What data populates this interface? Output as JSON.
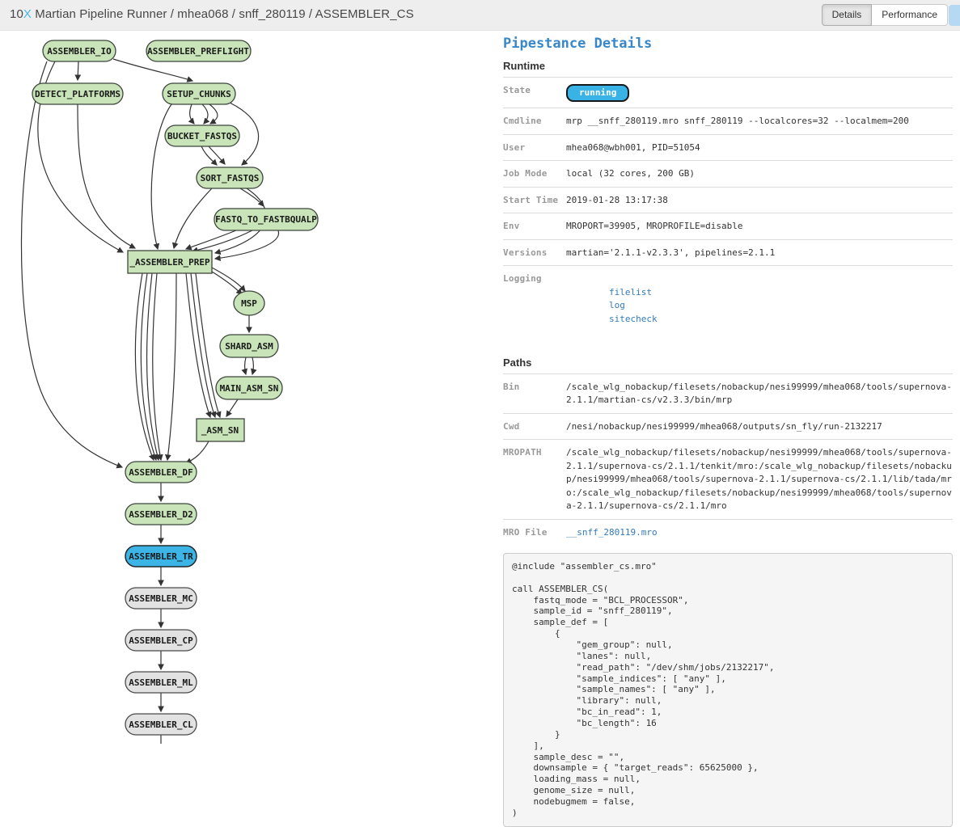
{
  "colors": {
    "header_bg": "#eeeeee",
    "accent_blue": "#47b7e8",
    "node_green": "#c8e4b8",
    "node_running_blue": "#3cb5e6",
    "node_pending_gray": "#e2e2e2",
    "badge_blue": "#39b3e6",
    "link_blue": "#337ab7",
    "title_blue": "#3787c9"
  },
  "header": {
    "brand_prefix": "10",
    "brand_x": "X",
    "title_rest": " Martian Pipeline Runner / mhea068 / snff_280119 / ASSEMBLER_CS",
    "buttons": [
      {
        "label": "Details",
        "active": true
      },
      {
        "label": "Performance",
        "active": false
      }
    ]
  },
  "graph": {
    "nodes": [
      {
        "id": "ASSEMBLER_IO",
        "label": "ASSEMBLER_IO",
        "state": "done-green"
      },
      {
        "id": "ASSEMBLER_PREFLIGHT",
        "label": "ASSEMBLER_PREFLIGHT",
        "state": "done-green"
      },
      {
        "id": "DETECT_PLATFORMS",
        "label": "DETECT_PLATFORMS",
        "state": "done-green"
      },
      {
        "id": "SETUP_CHUNKS",
        "label": "SETUP_CHUNKS",
        "state": "done-green"
      },
      {
        "id": "BUCKET_FASTQS",
        "label": "BUCKET_FASTQS",
        "state": "done-green"
      },
      {
        "id": "SORT_FASTQS",
        "label": "SORT_FASTQS",
        "state": "done-green"
      },
      {
        "id": "FASTQ_TO_FASTBQUALP",
        "label": "FASTQ_TO_FASTBQUALP",
        "state": "done-green"
      },
      {
        "id": "_ASSEMBLER_PREP",
        "label": "_ASSEMBLER_PREP",
        "state": "done-green"
      },
      {
        "id": "MSP",
        "label": "MSP",
        "state": "done-green"
      },
      {
        "id": "SHARD_ASM",
        "label": "SHARD_ASM",
        "state": "done-green"
      },
      {
        "id": "MAIN_ASM_SN",
        "label": "MAIN_ASM_SN",
        "state": "done-green"
      },
      {
        "id": "_ASM_SN",
        "label": "_ASM_SN",
        "state": "done-green"
      },
      {
        "id": "ASSEMBLER_DF",
        "label": "ASSEMBLER_DF",
        "state": "done-green"
      },
      {
        "id": "ASSEMBLER_D2",
        "label": "ASSEMBLER_D2",
        "state": "done-green"
      },
      {
        "id": "ASSEMBLER_TR",
        "label": "ASSEMBLER_TR",
        "state": "running-blue"
      },
      {
        "id": "ASSEMBLER_MC",
        "label": "ASSEMBLER_MC",
        "state": "pending-gray"
      },
      {
        "id": "ASSEMBLER_CP",
        "label": "ASSEMBLER_CP",
        "state": "pending-gray"
      },
      {
        "id": "ASSEMBLER_ML",
        "label": "ASSEMBLER_ML",
        "state": "pending-gray"
      },
      {
        "id": "ASSEMBLER_CL",
        "label": "ASSEMBLER_CL",
        "state": "pending-gray"
      }
    ]
  },
  "details": {
    "title": "Pipestance Details",
    "runtime": {
      "heading": "Runtime",
      "rows": [
        {
          "label": "State",
          "type": "badge",
          "value": "running"
        },
        {
          "label": "Cmdline",
          "value": "mrp __snff_280119.mro snff_280119 --localcores=32 --localmem=200"
        },
        {
          "label": "User",
          "value": "mhea068@wbh001, PID=51054"
        },
        {
          "label": "Job Mode",
          "value": "local (32 cores, 200 GB)"
        },
        {
          "label": "Start Time",
          "value": "2019-01-28 13:17:38"
        },
        {
          "label": "Env",
          "value": "MROPORT=39905, MROPROFILE=disable"
        },
        {
          "label": "Versions",
          "value": "martian='2.1.1-v2.3.3', pipelines=2.1.1"
        },
        {
          "label": "Logging",
          "type": "links",
          "links": [
            "filelist",
            "log",
            "sitecheck"
          ]
        }
      ]
    },
    "paths": {
      "heading": "Paths",
      "rows": [
        {
          "label": "Bin",
          "value": "/scale_wlg_nobackup/filesets/nobackup/nesi99999/mhea068/tools/supernova-2.1.1/martian-cs/v2.3.3/bin/mrp"
        },
        {
          "label": "Cwd",
          "value": "/nesi/nobackup/nesi99999/mhea068/outputs/sn_fly/run-2132217"
        },
        {
          "label": "MROPATH",
          "value": "/scale_wlg_nobackup/filesets/nobackup/nesi99999/mhea068/tools/supernova-2.1.1/supernova-cs/2.1.1/tenkit/mro:/scale_wlg_nobackup/filesets/nobackup/nesi99999/mhea068/tools/supernova-2.1.1/supernova-cs/2.1.1/lib/tada/mro:/scale_wlg_nobackup/filesets/nobackup/nesi99999/mhea068/tools/supernova-2.1.1/supernova-cs/2.1.1/mro"
        },
        {
          "label": "MRO File",
          "type": "link",
          "value": "__snff_280119.mro"
        }
      ]
    },
    "code": "@include \"assembler_cs.mro\"\n\ncall ASSEMBLER_CS(\n    fastq_mode = \"BCL_PROCESSOR\",\n    sample_id = \"snff_280119\",\n    sample_def = [\n        {\n            \"gem_group\": null,\n            \"lanes\": null,\n            \"read_path\": \"/dev/shm/jobs/2132217\",\n            \"sample_indices\": [ \"any\" ],\n            \"sample_names\": [ \"any\" ],\n            \"library\": null,\n            \"bc_in_read\": 1,\n            \"bc_length\": 16\n        }\n    ],\n    sample_desc = \"\",\n    downsample = { \"target_reads\": 65625000 },\n    loading_mass = null,\n    genome_size = null,\n    nodebugmem = false,\n)"
  }
}
